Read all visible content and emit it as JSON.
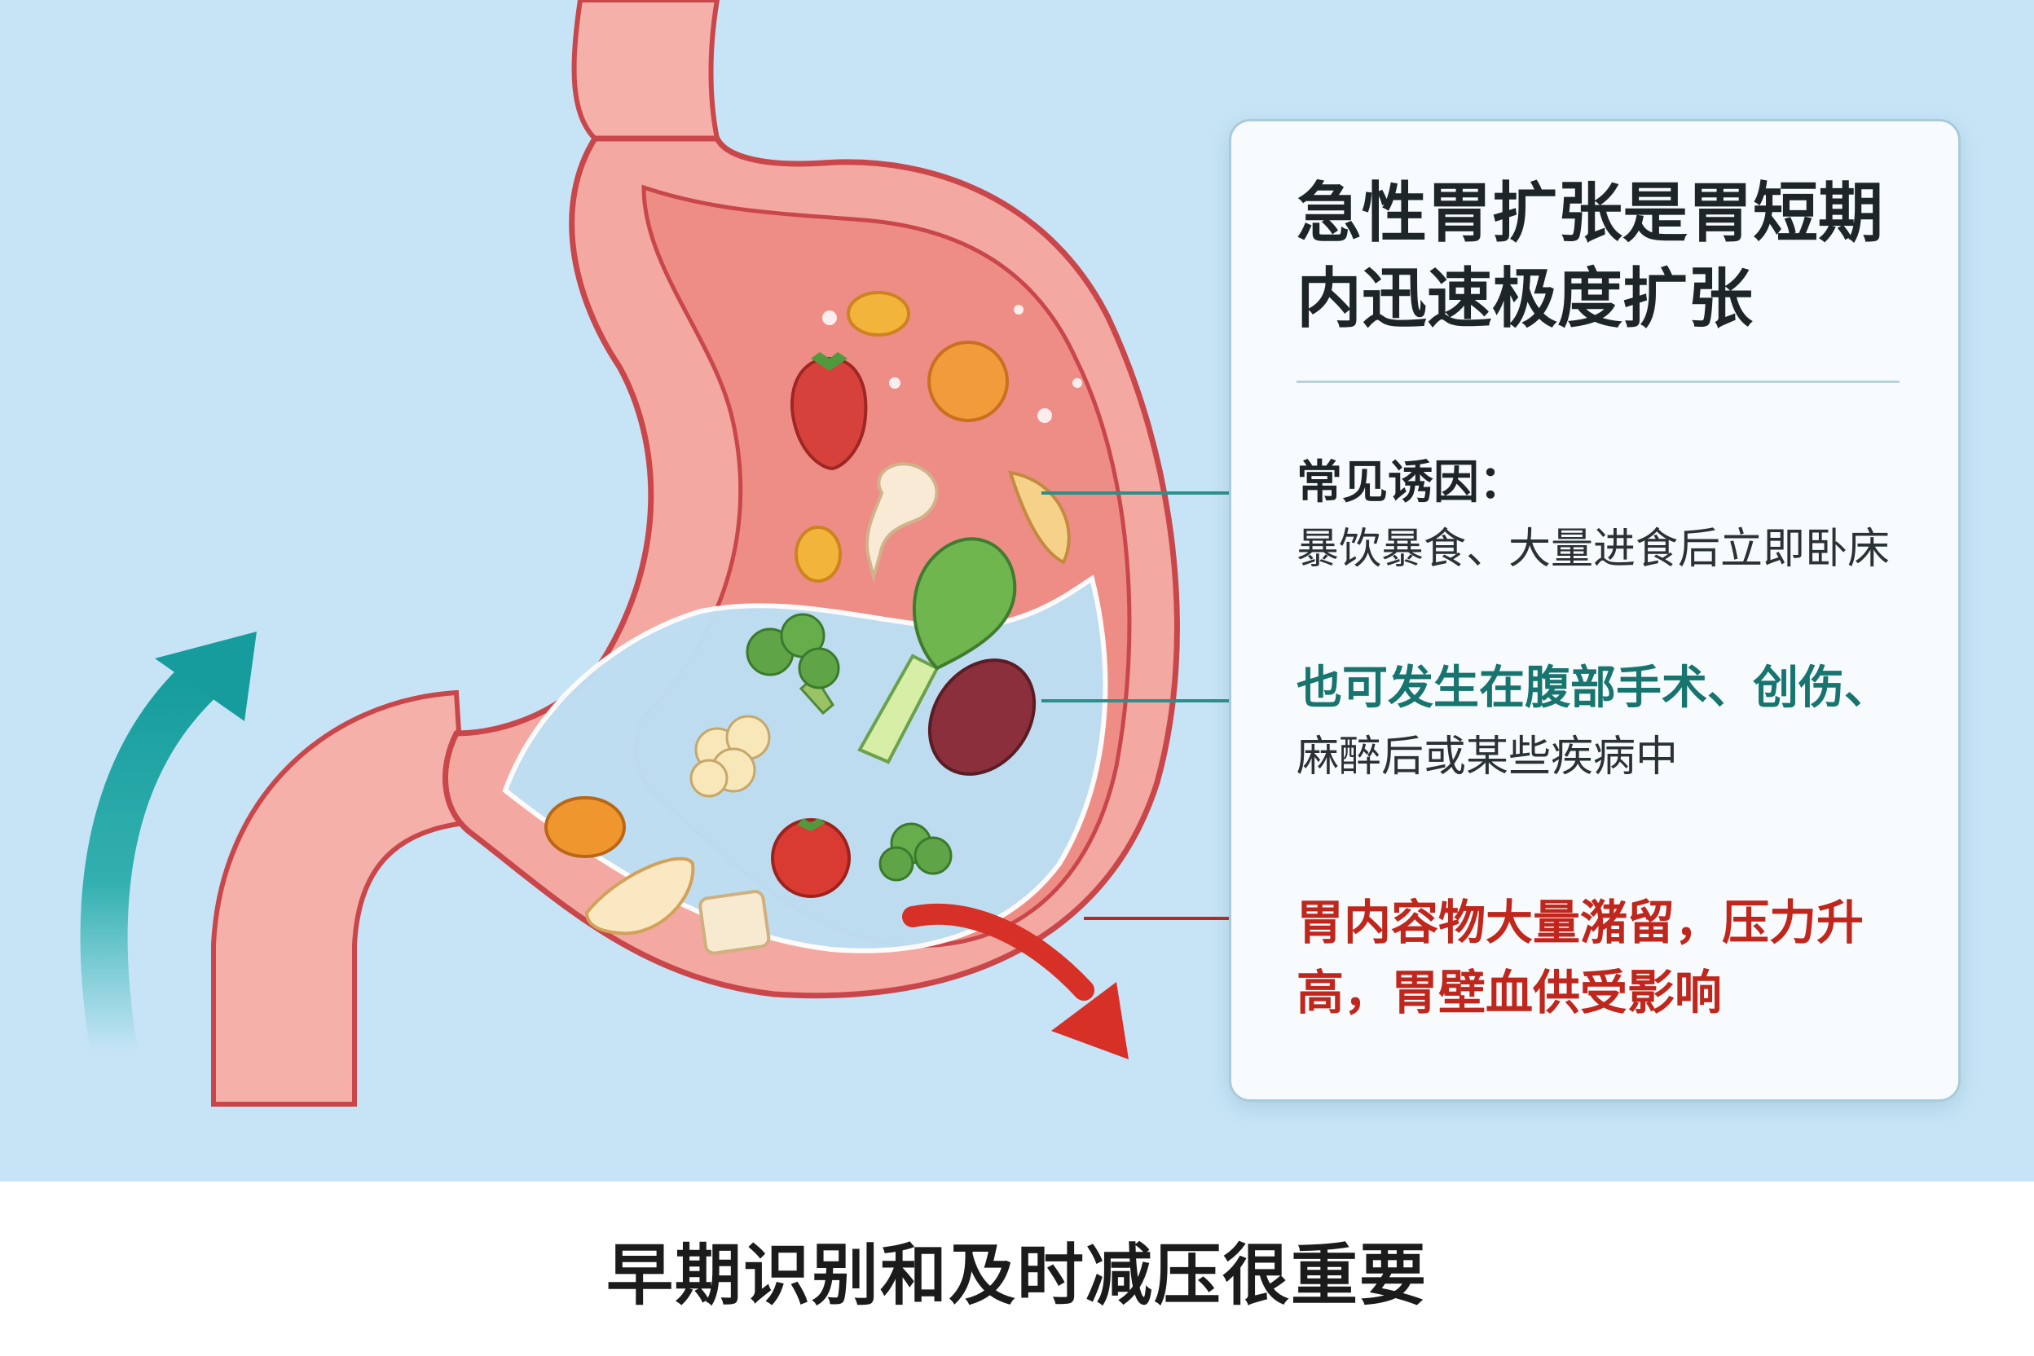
{
  "card": {
    "title_line1": "急性胃扩张是胃短期",
    "title_line2": "内迅速极度扩张",
    "causes_heading": "常见诱因：",
    "causes_text": "暴饮暴食、大量进食后立即卧床",
    "secondary_line1": "也可发生在腹部手术、创伤、",
    "secondary_line2": "麻醉后或某些疾病中",
    "consequence_line1": "胃内容物大量潴留，压力升",
    "consequence_line2": "高，胃壁血供受影响"
  },
  "footer": {
    "text": "早期识别和及时减压很重要"
  },
  "colors": {
    "background": "#c6e4f6",
    "stomach_wall": "#f3a9a2",
    "stomach_outline": "#c9474a",
    "fluid": "#bde0f5",
    "teal_accent": "#17746f",
    "red_accent": "#c0261c"
  },
  "icons": [
    "stomach",
    "strawberry",
    "broccoli",
    "cauliflower",
    "tomato",
    "leafy-green",
    "kidney-bean",
    "orange-slice",
    "apple-slice",
    "bread-cube",
    "up-arrow",
    "down-arrow"
  ]
}
